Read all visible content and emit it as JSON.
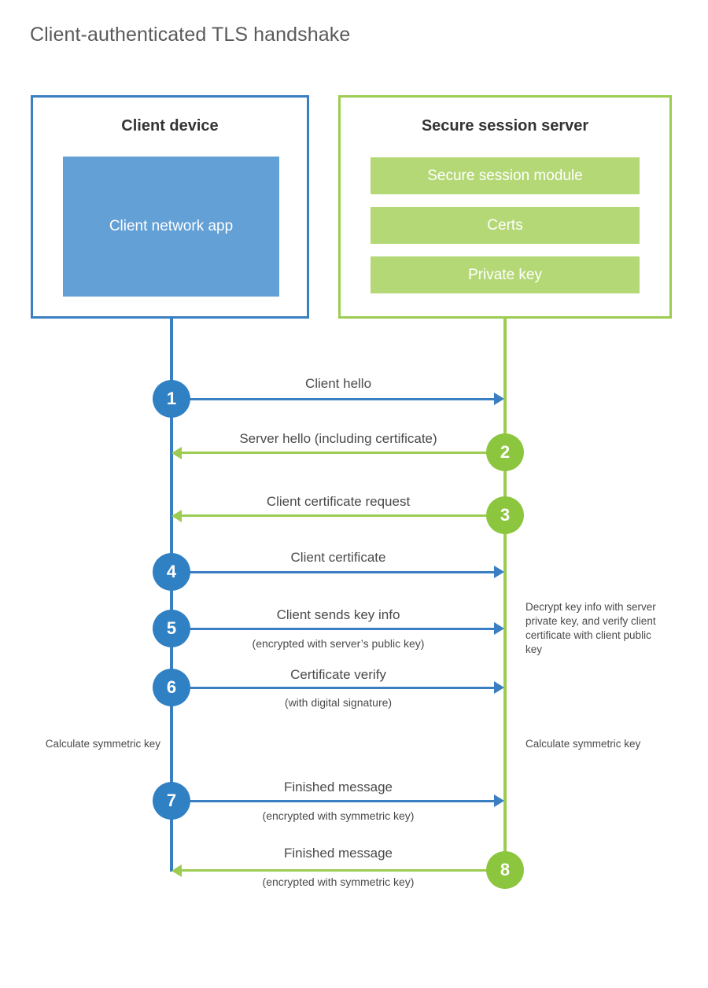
{
  "title": "Client-authenticated TLS handshake",
  "colors": {
    "blue_border": "#3a7fc1",
    "blue_fill": "#62a0d6",
    "blue_circle": "#3080c4",
    "green_border": "#9ccc52",
    "green_fill": "#b5d877",
    "green_circle": "#8cc63f",
    "title_text": "#5a5a5a",
    "body_text": "#4a4a4a"
  },
  "client": {
    "title": "Client device",
    "app_label": "Client network app"
  },
  "server": {
    "title": "Secure session server",
    "components": [
      "Secure session module",
      "Certs",
      "Private key"
    ]
  },
  "steps": [
    {
      "number": "1",
      "label": "Client hello",
      "sub": "",
      "direction": "client-to-server"
    },
    {
      "number": "2",
      "label": "Server hello (including certificate)",
      "sub": "",
      "direction": "server-to-client"
    },
    {
      "number": "3",
      "label": "Client certificate request",
      "sub": "",
      "direction": "server-to-client"
    },
    {
      "number": "4",
      "label": "Client certificate",
      "sub": "",
      "direction": "client-to-server"
    },
    {
      "number": "5",
      "label": "Client sends key info",
      "sub": "(encrypted with server’s public key)",
      "direction": "client-to-server"
    },
    {
      "number": "6",
      "label": "Certificate verify",
      "sub": "(with digital signature)",
      "direction": "client-to-server"
    },
    {
      "number": "7",
      "label": "Finished message",
      "sub": "(encrypted with symmetric key)",
      "direction": "client-to-server"
    },
    {
      "number": "8",
      "label": "Finished message",
      "sub": "(encrypted with symmetric key)",
      "direction": "server-to-client"
    }
  ],
  "notes": {
    "server_decrypt": "Decrypt key info with server private key, and verify client certificate with client public key",
    "client_calculate": "Calculate symmetric key",
    "server_calculate": "Calculate symmetric key"
  }
}
